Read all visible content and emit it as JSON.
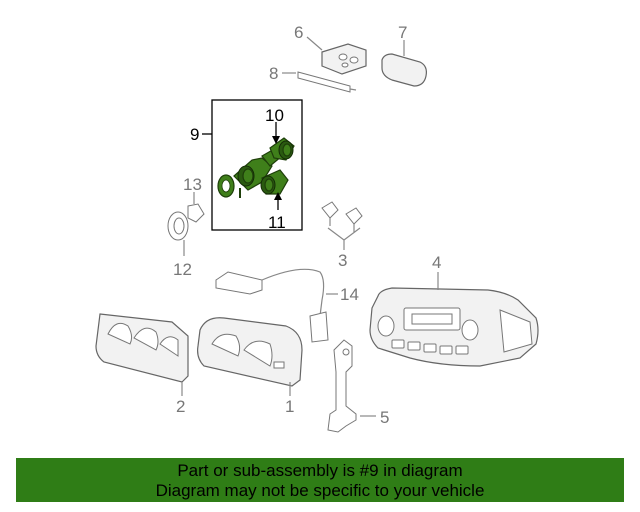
{
  "callouts": {
    "n1": "1",
    "n2": "2",
    "n3": "3",
    "n4": "4",
    "n5": "5",
    "n6": "6",
    "n7": "7",
    "n8": "8",
    "n9": "9",
    "n10": "10",
    "n11": "11",
    "n12": "12",
    "n13": "13",
    "n14": "14"
  },
  "highlight": {
    "part_number": "9",
    "color": "#3f7f1a"
  },
  "banner": {
    "line1": "Part or sub-assembly is #9 in diagram",
    "line2": "Diagram may not be specific to your vehicle",
    "background": "#2f7d16"
  }
}
